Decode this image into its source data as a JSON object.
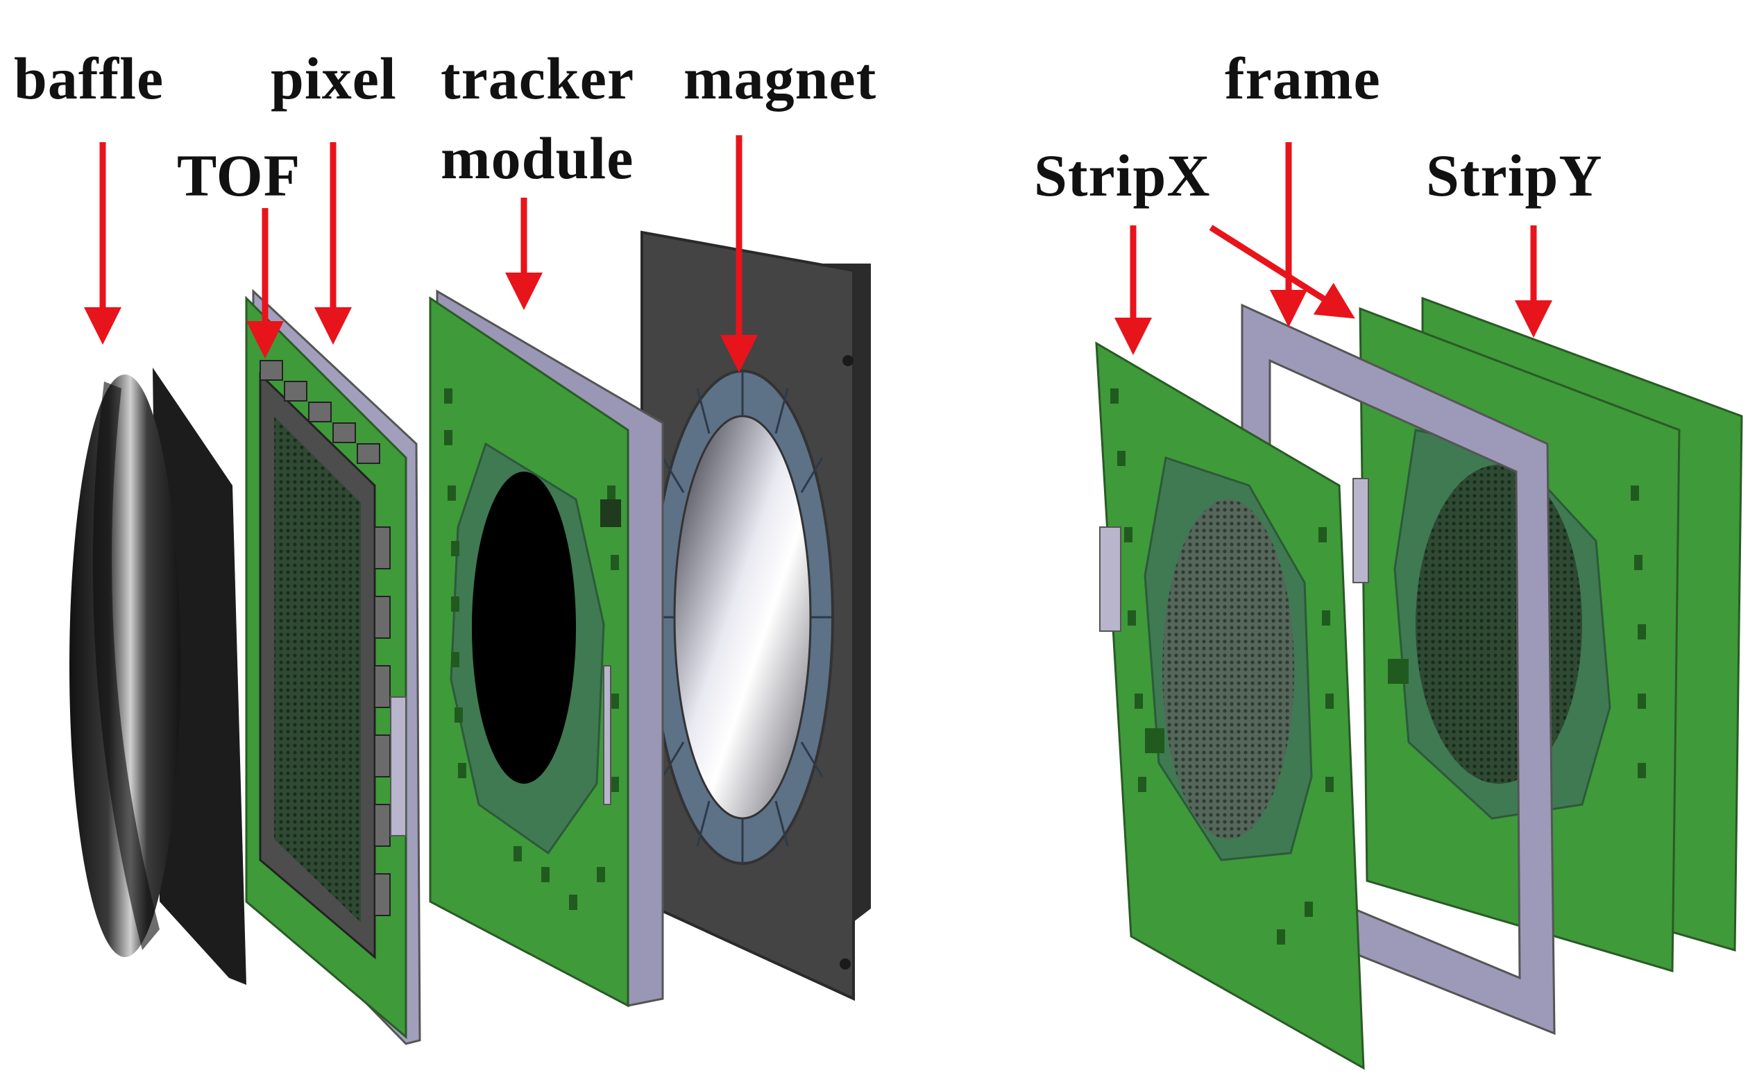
{
  "labels": {
    "baffle": "baffle",
    "tof": "TOF",
    "pixel": "pixel",
    "tracker": "tracker",
    "module": "module",
    "magnet": "magnet",
    "frame": "frame",
    "stripx": "StripX",
    "stripy": "StripY"
  },
  "colors": {
    "arrow": "#e8141b",
    "pcb_green": "#3f9a3a",
    "pcb_dark": "#2f6f2a",
    "frame_lavender": "#9d99b8",
    "magnet_body": "#3e3e3e",
    "magnet_ring": "#5b6f85",
    "baffle_black": "#1c1c1c"
  }
}
